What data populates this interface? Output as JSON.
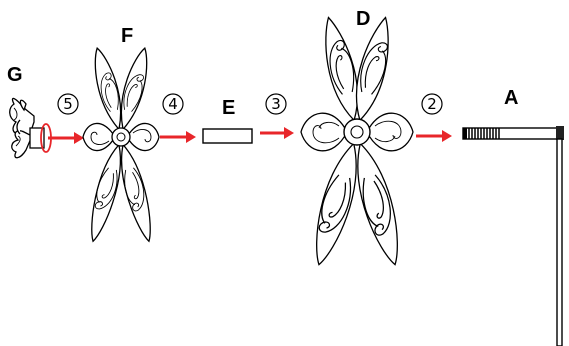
{
  "parts": {
    "A": "A",
    "D": "D",
    "E": "E",
    "F": "F",
    "G": "G"
  },
  "steps": {
    "s2": "2",
    "s3": "3",
    "s4": "4",
    "s5": "5"
  },
  "colors": {
    "arrow": "#e8262a",
    "outline": "#000000",
    "background": "#ffffff"
  }
}
